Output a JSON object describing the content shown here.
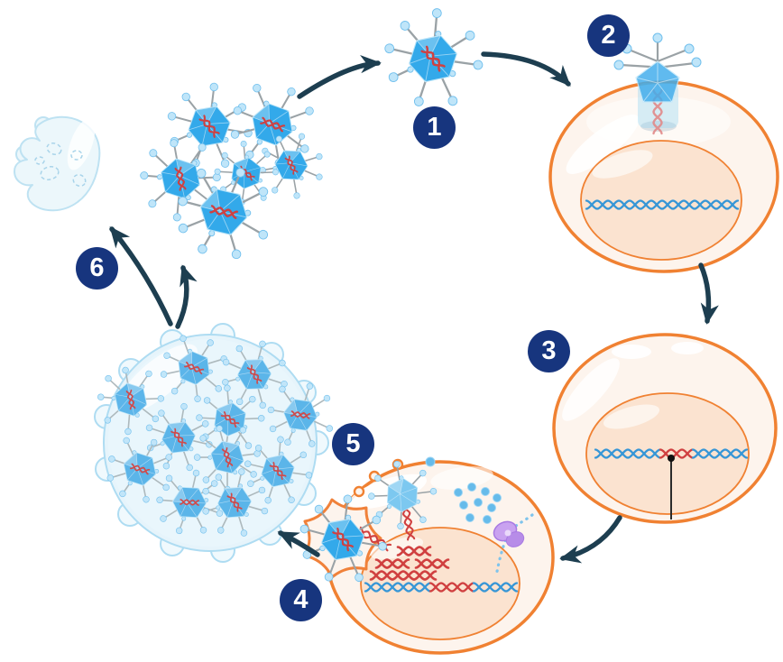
{
  "diagram": {
    "name": "bacteriophage-lytic-cycle",
    "steps": [
      {
        "number": "1"
      },
      {
        "number": "2"
      },
      {
        "number": "3"
      },
      {
        "number": "4"
      },
      {
        "number": "5"
      },
      {
        "number": "6"
      }
    ],
    "colors": {
      "badge-bg": "#17357e",
      "badge-text": "#ffffff",
      "arrow": "#1d3e50",
      "membrane": "#f08132",
      "cell-fill": "#fdf4ed",
      "nucleoid-fill": "#fbe3d0",
      "capsid-blue": "#33a9ea",
      "viral-dna-red": "#d04040",
      "host-dna-blue": "#3796d6",
      "leg-grey": "#9aa2a6",
      "leg-tip-blue": "#bfe5f9",
      "debris-fill": "#ecf7fb",
      "debris-stroke": "#bee2f2",
      "assembly-fill": "#e6f4fb",
      "ribosome-purple": "#c9a2f0",
      "protein-dot-blue": "#66bbea"
    }
  }
}
